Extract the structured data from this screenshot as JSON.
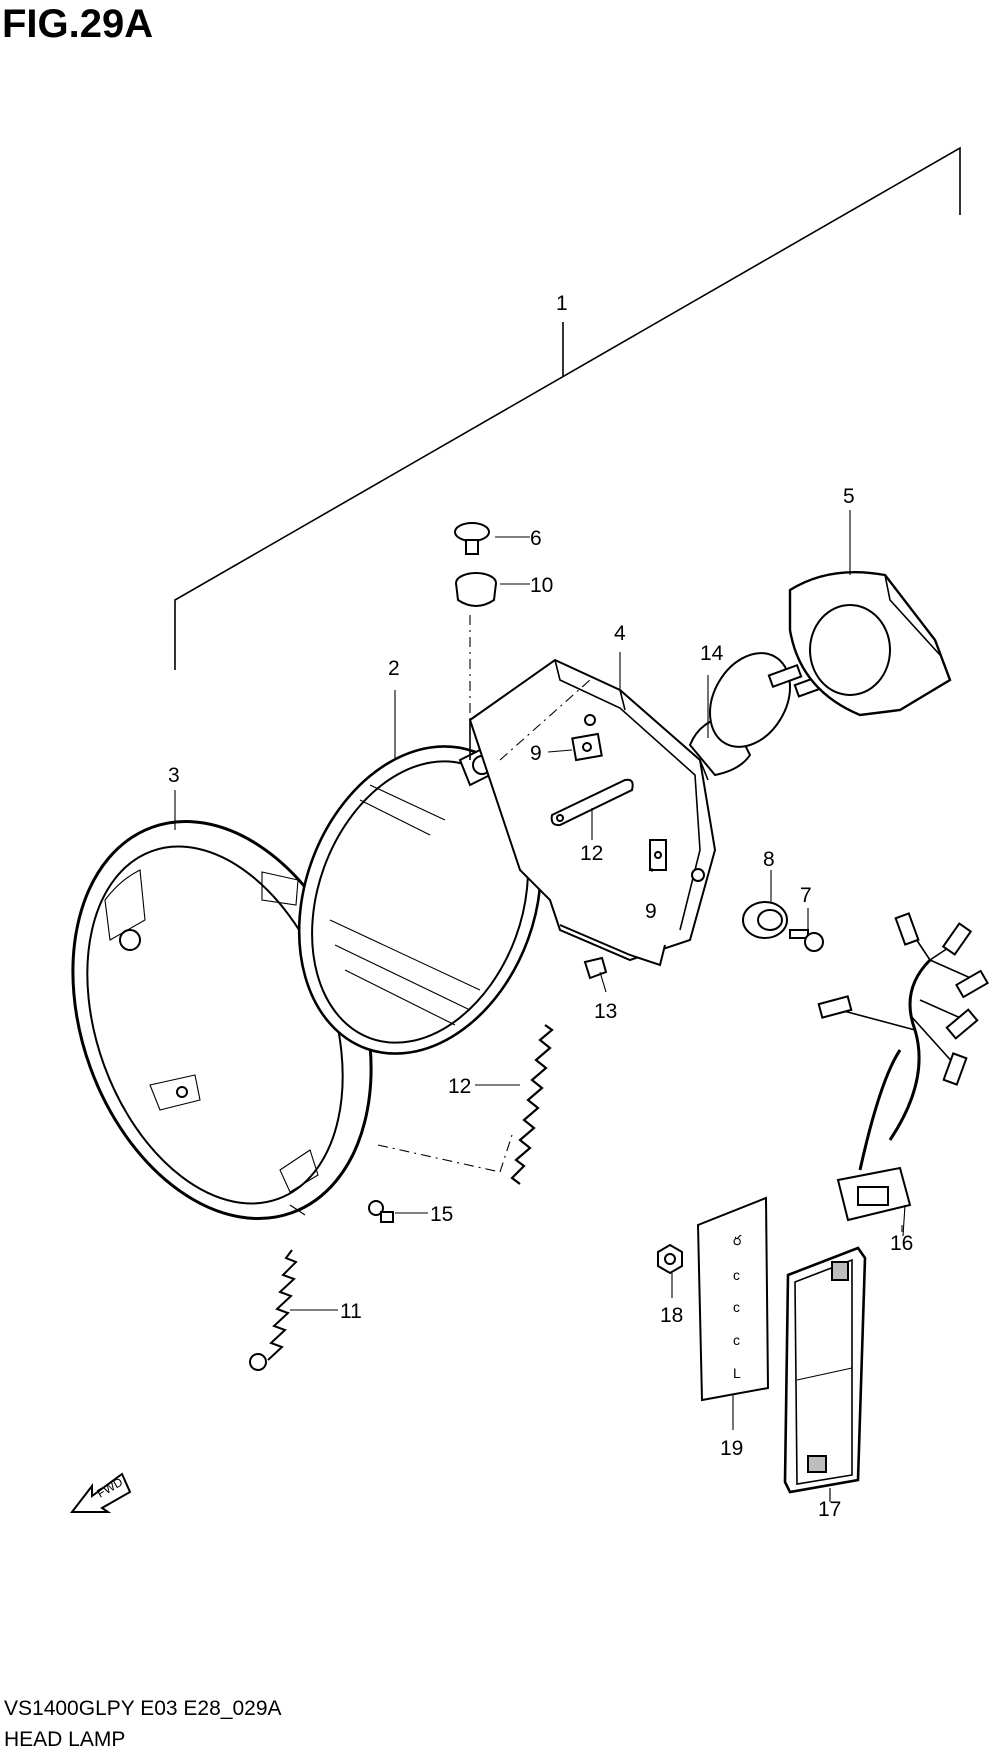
{
  "figure": {
    "title": "FIG.29A",
    "model_code": "VS1400GLPY E03 E28_029A",
    "caption": "HEAD LAMP"
  },
  "fwd_label": "FWD",
  "callouts": [
    {
      "id": "1",
      "text": "1"
    },
    {
      "id": "2",
      "text": "2"
    },
    {
      "id": "3",
      "text": "3"
    },
    {
      "id": "4",
      "text": "4"
    },
    {
      "id": "5",
      "text": "5"
    },
    {
      "id": "6",
      "text": "6"
    },
    {
      "id": "7",
      "text": "7"
    },
    {
      "id": "8",
      "text": "8"
    },
    {
      "id": "9a",
      "text": "9"
    },
    {
      "id": "9b",
      "text": "9"
    },
    {
      "id": "10",
      "text": "10"
    },
    {
      "id": "11",
      "text": "11"
    },
    {
      "id": "12a",
      "text": "12"
    },
    {
      "id": "12b",
      "text": "12"
    },
    {
      "id": "13",
      "text": "13"
    },
    {
      "id": "14",
      "text": "14"
    },
    {
      "id": "15",
      "text": "15"
    },
    {
      "id": "16",
      "text": "16"
    },
    {
      "id": "17",
      "text": "17"
    },
    {
      "id": "18",
      "text": "18"
    },
    {
      "id": "19",
      "text": "19"
    }
  ]
}
